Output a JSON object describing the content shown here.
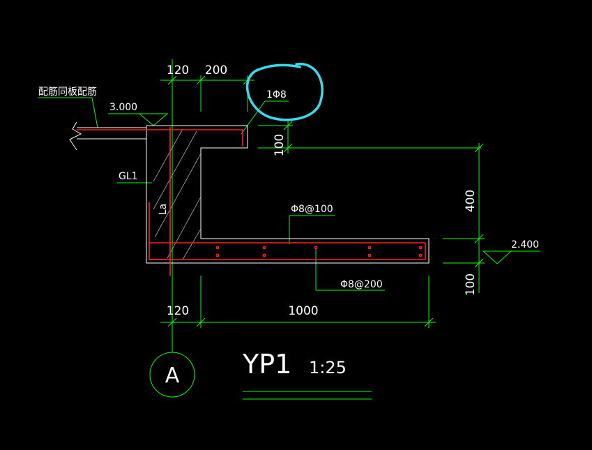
{
  "drawing": {
    "title": "YP1",
    "scale": "1:25",
    "axis_label": "A"
  },
  "dimensions": {
    "top_wall": "120",
    "top_ext": "200",
    "bottom_wall": "120",
    "bottom_slab": "1000",
    "slab_thickness_top": "100",
    "height_total": "400",
    "slab_thickness_right": "100"
  },
  "labels": {
    "rebar_note": "配筋同板配筋",
    "level_top": "3.000",
    "level_right": "2.400",
    "beam": "GL1",
    "anchorage": "La",
    "top_bar": "1Φ8",
    "slab_bar_top": "Φ8@100",
    "slab_bar_bottom": "Φ8@200"
  },
  "colors": {
    "background": "#000000",
    "dimension": "#00ff00",
    "outline": "#ffffff",
    "rebar": "#ff2020",
    "highlight": "#33ddee"
  }
}
